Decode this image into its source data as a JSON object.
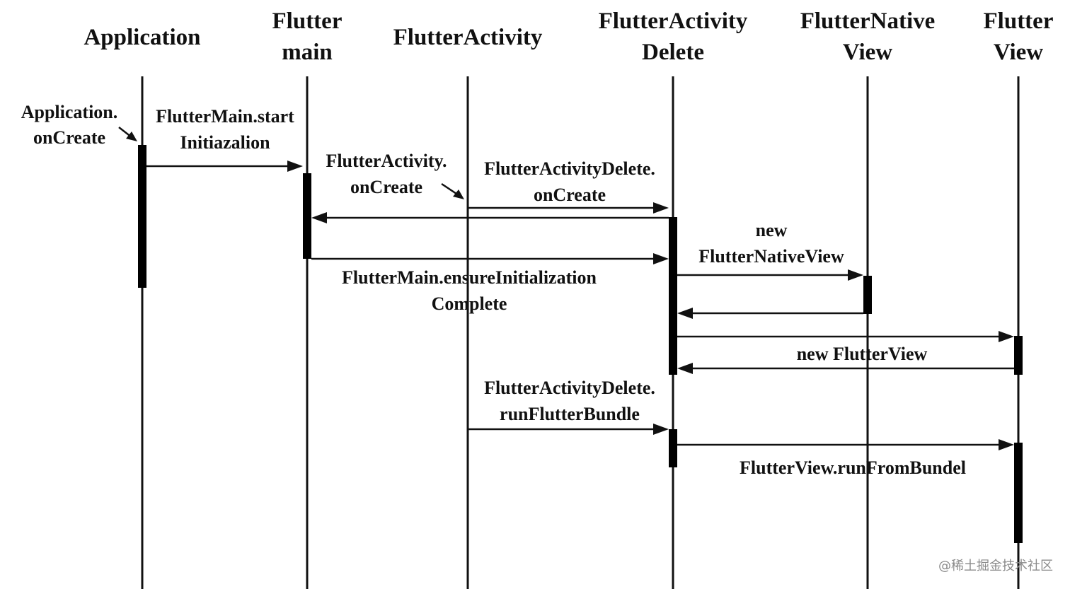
{
  "participants": [
    {
      "id": "app",
      "lines": [
        "Application"
      ]
    },
    {
      "id": "main",
      "lines": [
        "Flutter",
        "main"
      ]
    },
    {
      "id": "activity",
      "lines": [
        "FlutterActivity"
      ]
    },
    {
      "id": "delegate",
      "lines": [
        "FlutterActivity",
        "Delete"
      ]
    },
    {
      "id": "nativeview",
      "lines": [
        "FlutterNative",
        "View"
      ]
    },
    {
      "id": "view",
      "lines": [
        "Flutter",
        "View"
      ]
    }
  ],
  "messages": {
    "app_oncreate": [
      "Application.",
      "onCreate"
    ],
    "start_init": [
      "FlutterMain.start",
      "Initiazalion"
    ],
    "activity_oncreate": [
      "FlutterActivity.",
      "onCreate"
    ],
    "delegate_oncreate": [
      "FlutterActivityDelete.",
      "onCreate"
    ],
    "ensure_init": [
      "FlutterMain.ensureInitialization",
      "Complete"
    ],
    "new_native_view": [
      "new",
      "FlutterNativeView"
    ],
    "new_flutter_view": [
      "new FlutterView"
    ],
    "run_bundle": [
      "FlutterActivityDelete.",
      "runFlutterBundle"
    ],
    "run_from_bundel": [
      "FlutterView.runFromBundel"
    ]
  },
  "watermark": "@稀土掘金技术社区"
}
